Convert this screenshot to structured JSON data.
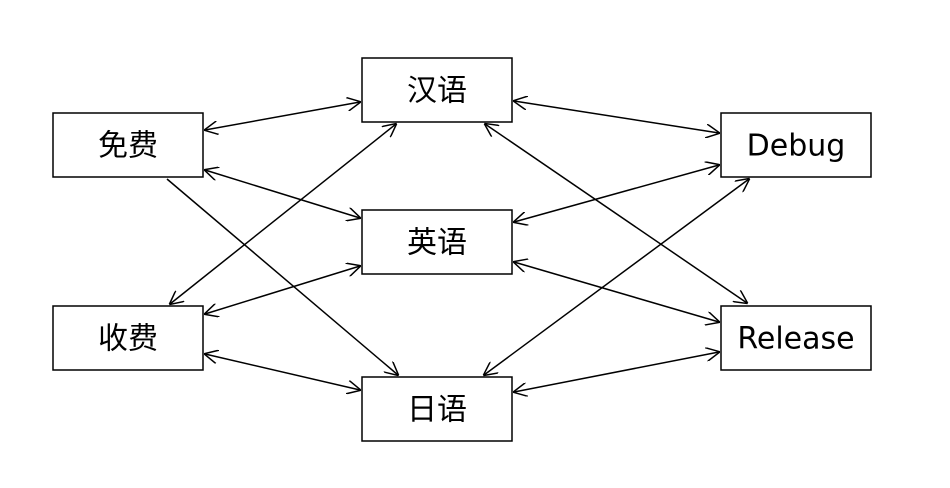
{
  "nodes": {
    "free": {
      "label": "免费"
    },
    "paid": {
      "label": "收费"
    },
    "chinese": {
      "label": "汉语"
    },
    "english": {
      "label": "英语"
    },
    "japanese": {
      "label": "日语"
    },
    "debug": {
      "label": "Debug"
    },
    "release": {
      "label": "Release"
    }
  },
  "edges": [
    {
      "from": "free",
      "to": "chinese",
      "direction": "both"
    },
    {
      "from": "free",
      "to": "english",
      "direction": "both"
    },
    {
      "from": "free",
      "to": "japanese",
      "direction": "forward"
    },
    {
      "from": "paid",
      "to": "chinese",
      "direction": "both"
    },
    {
      "from": "paid",
      "to": "english",
      "direction": "both"
    },
    {
      "from": "paid",
      "to": "japanese",
      "direction": "both"
    },
    {
      "from": "chinese",
      "to": "debug",
      "direction": "both"
    },
    {
      "from": "chinese",
      "to": "release",
      "direction": "both"
    },
    {
      "from": "english",
      "to": "debug",
      "direction": "both"
    },
    {
      "from": "english",
      "to": "release",
      "direction": "both"
    },
    {
      "from": "japanese",
      "to": "debug",
      "direction": "both"
    },
    {
      "from": "japanese",
      "to": "release",
      "direction": "both"
    }
  ],
  "colors": {
    "stroke": "#000000",
    "fill": "#ffffff",
    "text": "#000000"
  }
}
